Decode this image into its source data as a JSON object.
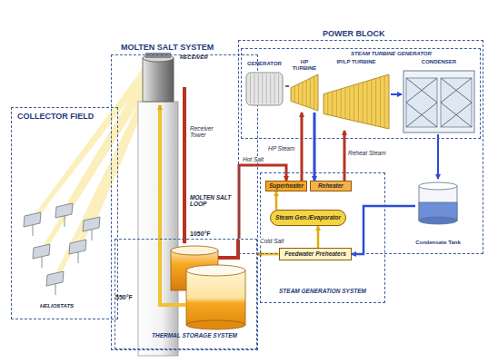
{
  "diagram": {
    "nodes": [
      {
        "text": [
          "COLLECTOR FIELD"
        ]
      },
      {
        "text": [
          "MOLTEN SALT SYSTEM"
        ]
      },
      {
        "text": [
          "THERMAL STORAGE SYSTEM"
        ],
        "in": 1
      },
      {
        "text": [
          "POWER BLOCK"
        ]
      },
      {
        "text": [
          "STEAM TURBINE GENERATOR"
        ],
        "in": 3
      },
      {
        "text": [
          "GENERATOR"
        ],
        "in": 4
      },
      {
        "text": [
          "HP TURBINE"
        ],
        "in": 4
      },
      {
        "text": [
          "IP/LP TURBINE"
        ],
        "in": 4
      },
      {
        "text": [
          "CONDENSER"
        ],
        "in": 4
      },
      {
        "text": [
          "Condensate Tank"
        ],
        "in": 3
      },
      {
        "text": [
          "STEAM GENERATION SYSTEM"
        ]
      },
      {
        "text": [
          "Superheater"
        ],
        "in": 10
      },
      {
        "text": [
          "Reheater"
        ],
        "in": 10
      },
      {
        "text": [
          "Steam Gen./Evaporator"
        ],
        "in": 10
      },
      {
        "text": [
          "Feedwater Preheaters"
        ],
        "in": 10
      }
    ],
    "edges": [
      {
        "from": 2,
        "to": 11,
        "label": "Hot Salt",
        "arrow": "to"
      },
      {
        "from": 14,
        "to": 2,
        "label": "Cold Salt",
        "arrow": "to"
      },
      {
        "from": 11,
        "to": 6,
        "label": "HP Steam",
        "arrow": "to"
      },
      {
        "from": 6,
        "to": 12,
        "arrow": "to"
      },
      {
        "from": 12,
        "to": 7,
        "label": "Reheat Steam",
        "arrow": "to"
      },
      {
        "from": 7,
        "to": 8,
        "arrow": "to"
      },
      {
        "from": 8,
        "to": 9,
        "arrow": "to"
      },
      {
        "from": 9,
        "to": 14,
        "arrow": "to"
      },
      {
        "from": 14,
        "to": 13,
        "arrow": "to"
      },
      {
        "from": 13,
        "to": 11,
        "arrow": "to"
      },
      {
        "from": 5,
        "to": 6,
        "arrow": "none"
      }
    ],
    "labels": [
      "HELIOSTATS",
      "RECEIVER",
      "Receiver Tower",
      "MOLTEN SALT LOOP",
      "1050°F",
      "550°F"
    ]
  }
}
